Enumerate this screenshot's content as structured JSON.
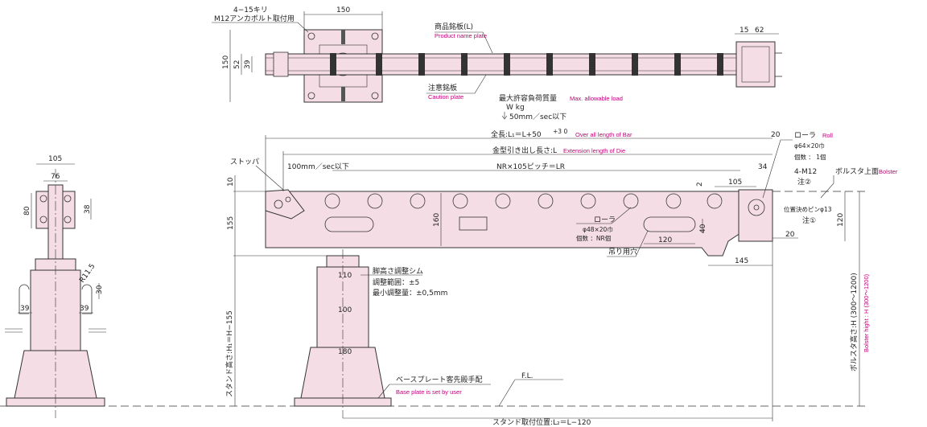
{
  "top_view": {
    "hole_note": "4−15キリ",
    "anchor_note": "M12アンカボルト取付用",
    "dim_plate_width": "150",
    "dim_plate_height": "150",
    "dim_52": "52",
    "dim_39": "39",
    "dim_15": "15",
    "dim_62": "62",
    "product_plate_jp": "商品銘板(L)",
    "product_plate_en": "Product name plate",
    "caution_plate_jp": "注意銘板",
    "caution_plate_en": "Caution plate",
    "max_load_jp": "最大許容負荷質量",
    "max_load_en": "Max. allowable load",
    "load_value": "W kg",
    "speed_note": "50mm／sec以下"
  },
  "end_view": {
    "dim_105": "105",
    "dim_76": "76",
    "dim_80": "80",
    "dim_38": "38",
    "radius": "R11.5",
    "dim_30": "30",
    "dim_39_left": "39",
    "dim_39_right": "39"
  },
  "side_view": {
    "overall_length_jp": "全長:L₁＝L+50",
    "overall_tol": "+3 0",
    "overall_length_en": "Over all length of Bar",
    "extension_jp": "金型引き出し長さ:L",
    "extension_en": "Extension length of Die",
    "stopper": "ストッパ",
    "speed": "100mm／sec以下",
    "pitch": "NR×105ピッチ＝LR",
    "dim_10": "10",
    "dim_155": "155",
    "dim_160": "160",
    "dim_20": "20",
    "dim_34": "34",
    "dim_2": "2",
    "dim_105": "105",
    "dim_40": "40",
    "dim_120": "120",
    "dim_120_right": "120",
    "dim_145": "145",
    "dim_20_bottom": "20",
    "roller_jp": "ローラ",
    "roller_en": "Roll",
    "roller_spec": "φ64×20巾",
    "roller_qty": "個数 ： 1個",
    "bolt": "4-M12",
    "note2": "注②",
    "bolster_top_jp": "ボルスタ上面",
    "bolster_top_en": "Bolster",
    "pin": "位置決めピンφ13",
    "note1": "注①",
    "inner_roller": "ローラ",
    "inner_roller_spec": "φ48×20巾",
    "inner_roller_qty": "個数 ：NR個",
    "lift_hole": "吊り用穴",
    "shim": "脚高さ調整シム",
    "shim_range": "調整範囲：±5",
    "shim_min": "最小調整量：±0,5mm",
    "col_110": "110",
    "col_100": "100",
    "col_180": "180",
    "stand_height": "スタンド高さ:H₁＝H−155",
    "base_plate_jp": "ベースプレート客先殿手配",
    "base_plate_en": "Base plate is set by user",
    "fl": "F.L.",
    "stand_pos": "スタンド取付位置:L₂＝L−120",
    "bolster_height_jp": "ボルスタ高さ:H (300〜1200)",
    "bolster_height_en": "Bolster hight : H (300〜1200)"
  }
}
